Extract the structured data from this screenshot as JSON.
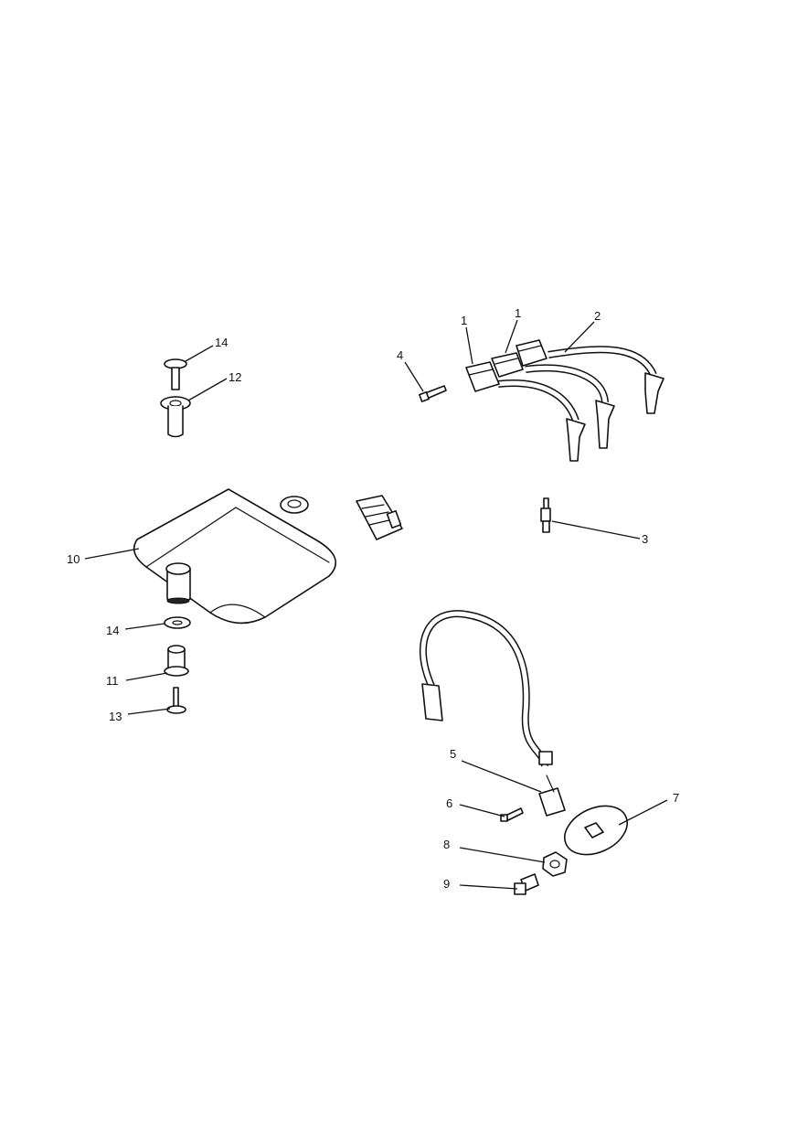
{
  "callouts": [
    {
      "id": "c1a",
      "text": "1"
    },
    {
      "id": "c1b",
      "text": "1"
    },
    {
      "id": "c2",
      "text": "2"
    },
    {
      "id": "c3",
      "text": "3"
    },
    {
      "id": "c4",
      "text": "4"
    },
    {
      "id": "c5",
      "text": "5"
    },
    {
      "id": "c6",
      "text": "6"
    },
    {
      "id": "c7",
      "text": "7"
    },
    {
      "id": "c8",
      "text": "8"
    },
    {
      "id": "c9",
      "text": "9"
    },
    {
      "id": "c10",
      "text": "10"
    },
    {
      "id": "c11",
      "text": "11"
    },
    {
      "id": "c12",
      "text": "12"
    },
    {
      "id": "c13",
      "text": "13"
    },
    {
      "id": "c14a",
      "text": "14"
    },
    {
      "id": "c14b",
      "text": "14"
    }
  ]
}
